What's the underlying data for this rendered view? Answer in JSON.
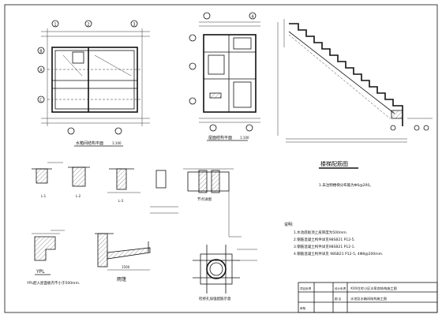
{
  "drawing": {
    "views": {
      "tank_plan_title": "水箱间结构平面",
      "tank_plan_scale": "1:100",
      "roof_plan_title": "屋面结构平面",
      "roof_plan_scale": "1:100",
      "stair_title": "楼梯配筋图",
      "section_title": "YPL",
      "ypl_note": "YPL配入屋面板内不小于500mm.",
      "canopy_title": "雨篷",
      "detail_title": "检修孔加强配筋示意",
      "mid_title": "节点详图",
      "dim_1500": "1500"
    },
    "notes": {
      "stair_note": "1.未注明楼梯分布筋为Φ6@200。",
      "label": "说明:",
      "lines": [
        "1.水池底板顶上皮厚度为500mm.",
        "2.钢筋混凝土构件详见98SB21 P12-5.",
        "3.钢筋混凝土构件详见98SB21 P12-1.",
        "4.钢筋混凝土构件详见 98SB21 P12-5, 4Φ8@200mm."
      ]
    },
    "axis_labels": {
      "a": "A",
      "b": "B",
      "c": "C",
      "n1": "1",
      "n2": "2",
      "n3": "3",
      "n4": "4"
    },
    "title_block": {
      "row1_left": "项目负责",
      "row1_mid": "设计负责",
      "row2_left": "审核",
      "row2_mid": "图 名",
      "project_name": "XXX住宅小区水泵房结构施工图",
      "sheet_name": "水池及水箱间结构施工图"
    }
  }
}
